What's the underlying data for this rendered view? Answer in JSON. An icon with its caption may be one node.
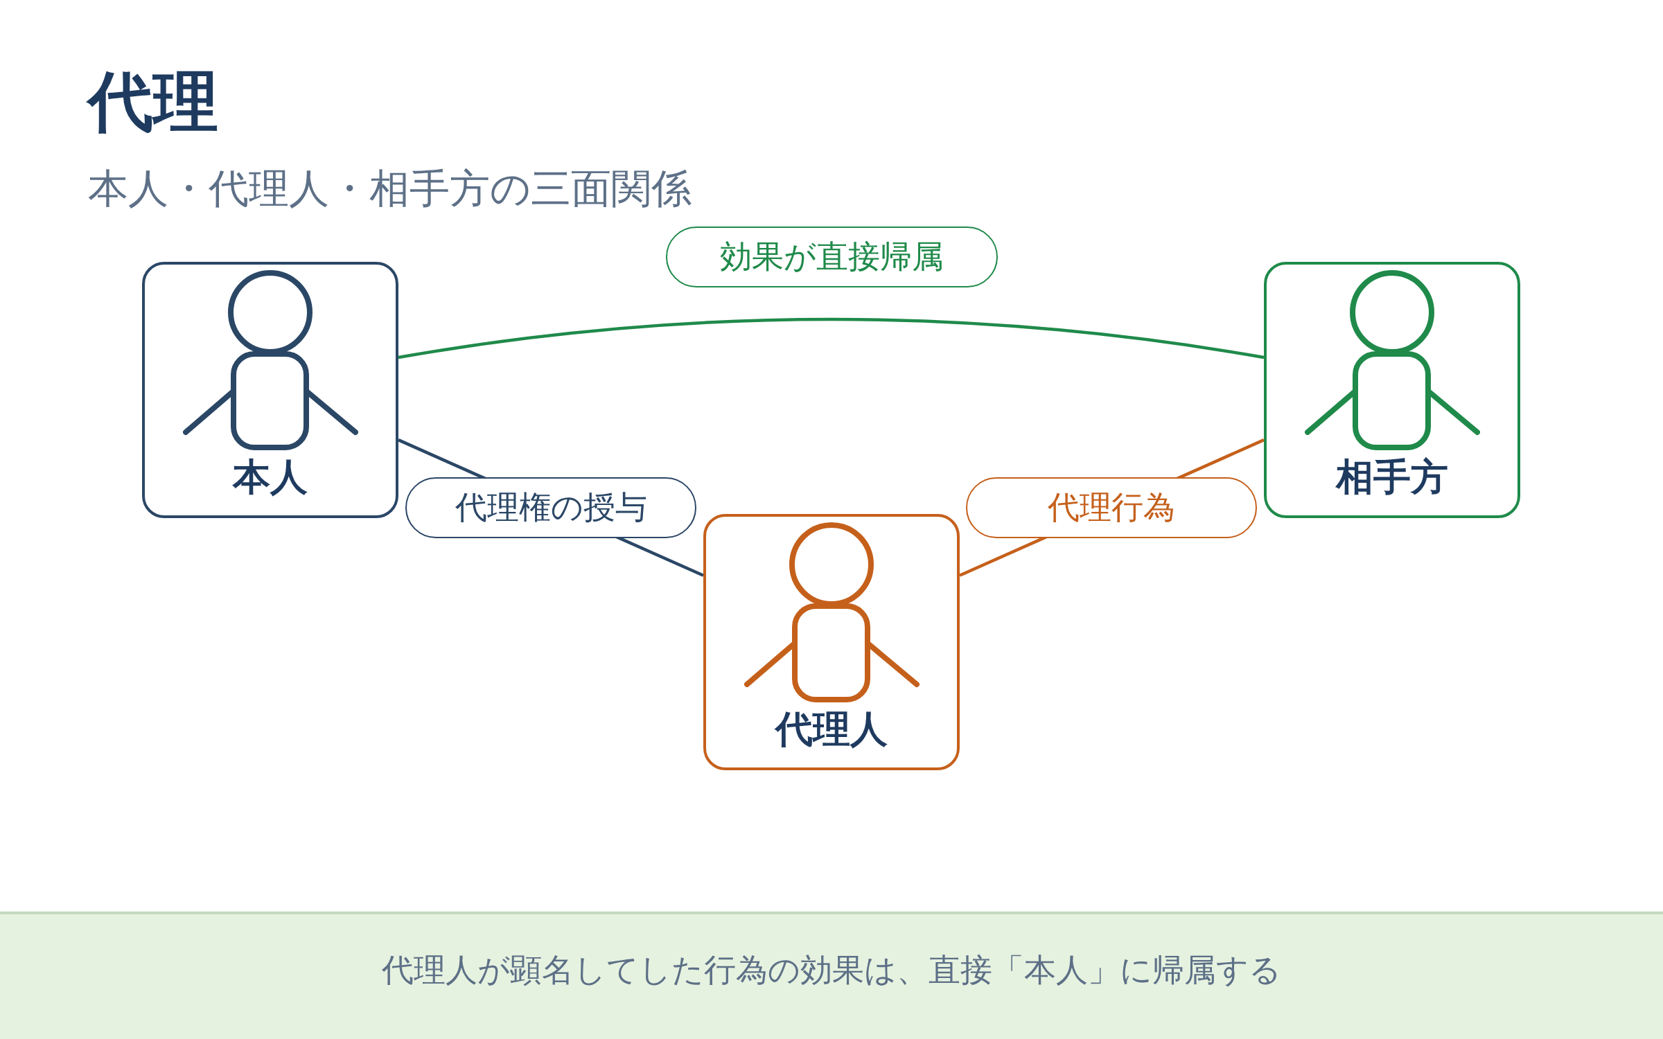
{
  "diagram": {
    "title": "代理",
    "nodes": [
      {
        "text": [
          "本人"
        ]
      },
      {
        "text": [
          "代理人"
        ]
      },
      {
        "text": [
          "相手方"
        ]
      },
      {
        "text": [
          "代理人が顕名してした行為の効果は、直接「本人」に帰属する"
        ]
      }
    ],
    "edges": [
      {
        "from": 0,
        "to": 1,
        "arrow": "none",
        "label": "代理権の授与",
        "color": "#2b4766"
      },
      {
        "from": 1,
        "to": 2,
        "arrow": "none",
        "label": "代理行為",
        "color": "#c5601b"
      },
      {
        "from": 0,
        "to": 2,
        "arrow": "none",
        "label": "効果が直接帰属",
        "color": "#1f8a4a"
      }
    ],
    "labels": [
      "本人・代理人・相手方の三面関係"
    ]
  }
}
